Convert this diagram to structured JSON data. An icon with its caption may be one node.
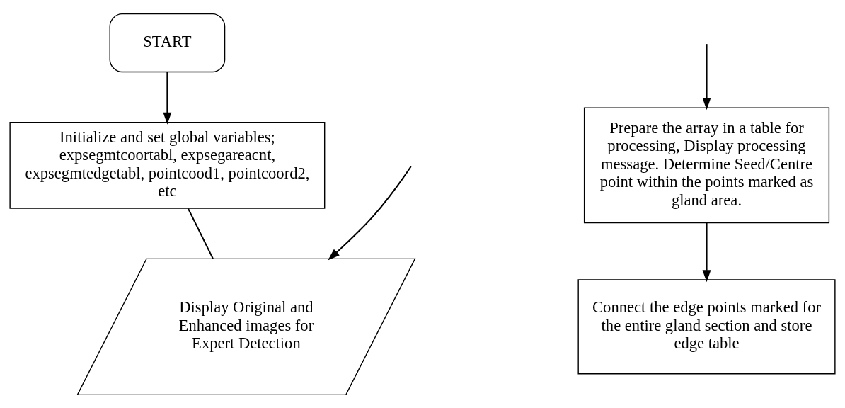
{
  "diagram": {
    "nodes": [
      {
        "text": [
          "START"
        ]
      },
      {
        "text": [
          "Initialize and set global variables; expsegmtcoortabl, expsegareacnt, expsegmtedgetabl, pointcood1, pointcoord2, etc"
        ]
      },
      {
        "text": [
          "Display Original and Enhanced images for Expert Detection"
        ]
      },
      {
        "text": [
          "Prepare the array in a table for processing, Display processing message. Determine Seed/Centre point within the points marked as gland area."
        ]
      },
      {
        "text": [
          "Connect the edge points marked for the entire gland section and store edge table"
        ]
      }
    ],
    "edges": [
      {
        "from": 0,
        "to": 1,
        "arrow": "to"
      },
      {
        "from": 1,
        "to": 2,
        "arrow": "none"
      },
      {
        "from": null,
        "to": 2,
        "arrow": "to"
      },
      {
        "from": null,
        "to": 3,
        "arrow": "to"
      },
      {
        "from": 3,
        "to": 4,
        "arrow": "to"
      }
    ]
  }
}
